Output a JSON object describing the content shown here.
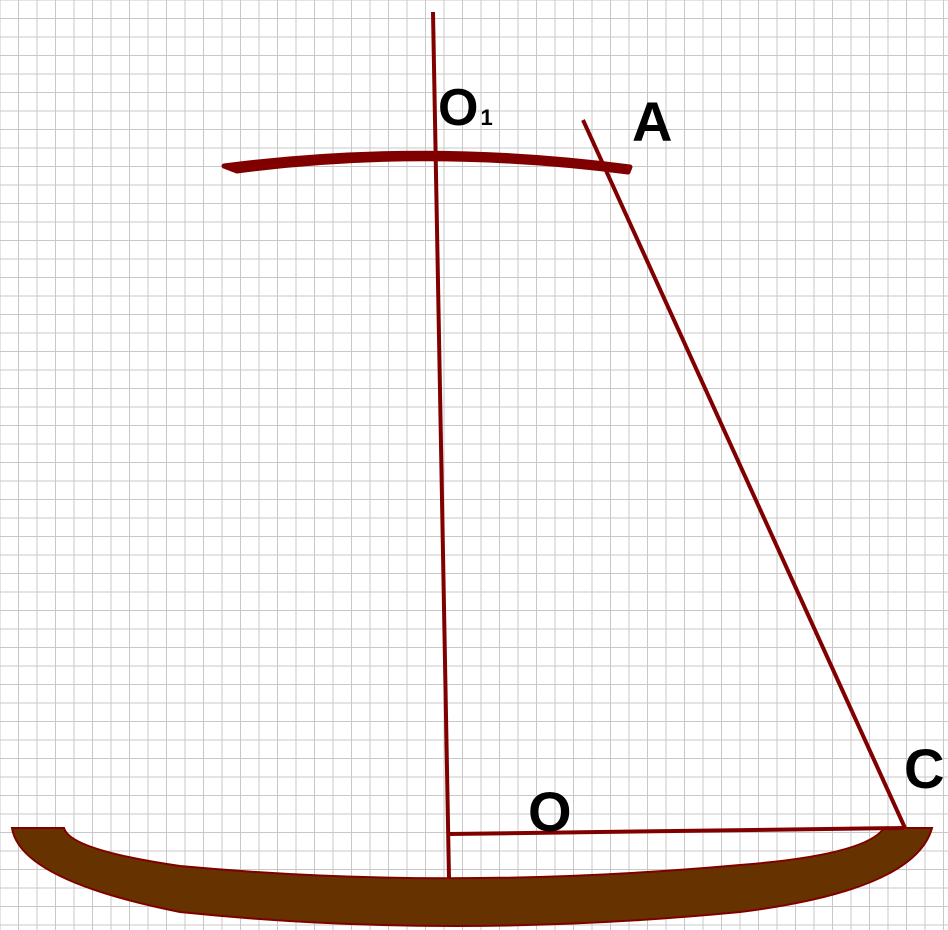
{
  "labels": {
    "o1_main": "O",
    "o1_sub": "1",
    "a": "A",
    "c": "C",
    "o": "O"
  },
  "colors": {
    "background": "#ffffff",
    "grid": "#c8c8c8",
    "line": "#800000",
    "bowl_fill": "#663300",
    "label": "#000000"
  }
}
